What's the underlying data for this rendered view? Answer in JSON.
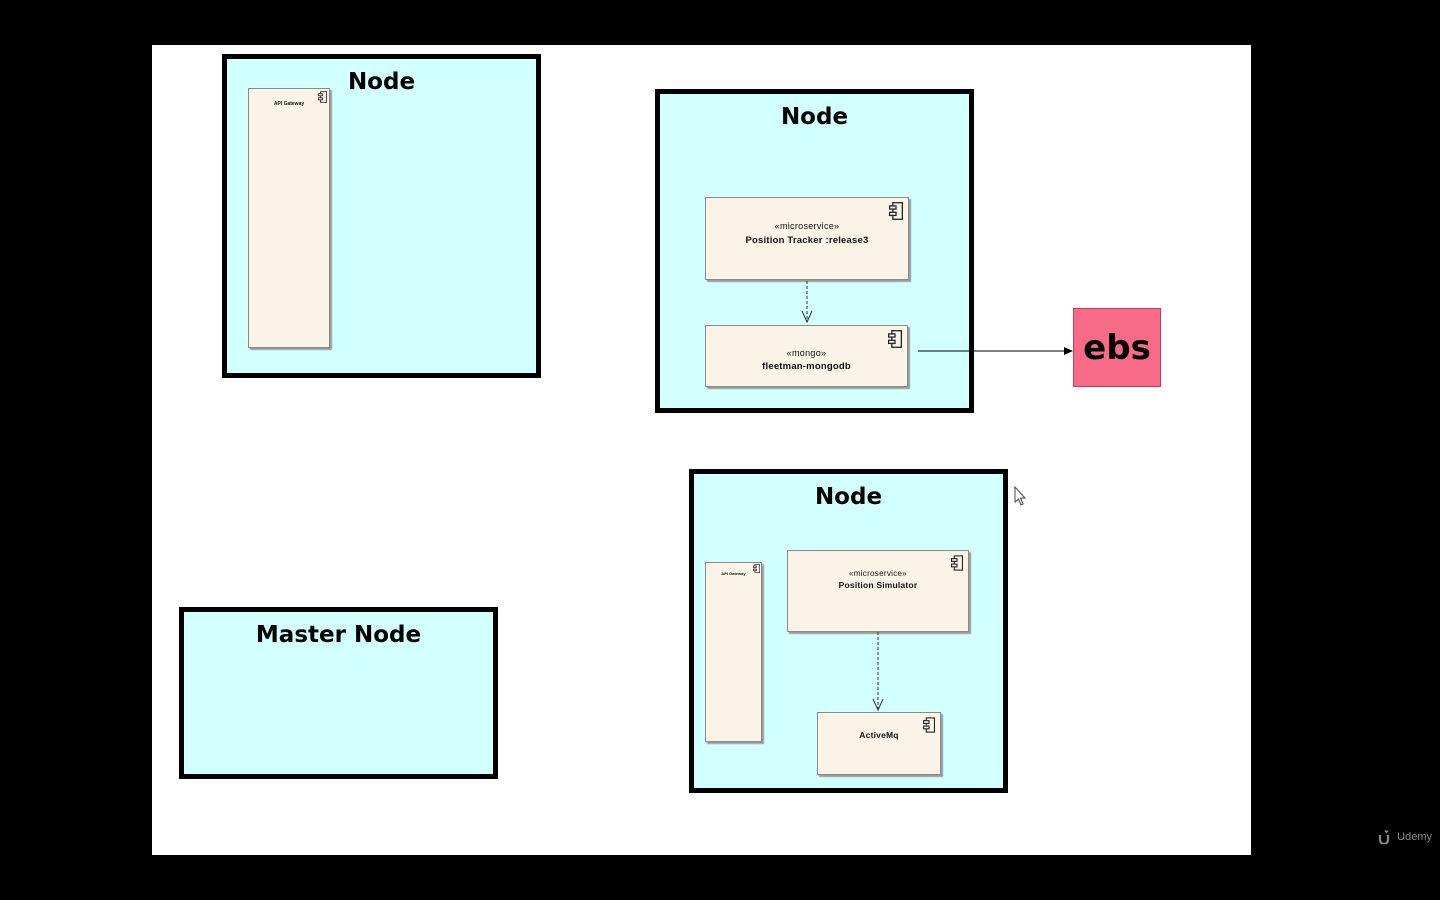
{
  "nodes": [
    {
      "title": "Node"
    },
    {
      "title": "Node"
    },
    {
      "title": "Node"
    },
    {
      "title": "Master Node"
    }
  ],
  "components": {
    "api_gateway_top": {
      "name": "API Gateway"
    },
    "position_tracker": {
      "stereotype": "«microservice»",
      "name": "Position Tracker :release3"
    },
    "fleetman_mongodb": {
      "stereotype": "«mongo»",
      "name": "fleetman-mongodb"
    },
    "api_gateway_bottom": {
      "name": "API Gateway"
    },
    "position_simulator": {
      "stereotype": "«microservice»",
      "name": "Position Simulator"
    },
    "activemq": {
      "name": "ActiveMq"
    }
  },
  "ebs": {
    "label": "ebs"
  },
  "watermark": {
    "text": "Udemy"
  },
  "colors": {
    "node_fill": "#d2ffff",
    "component_fill": "#faf3e7",
    "ebs_fill": "#f86b86"
  },
  "icons": [
    "uml-component-icon",
    "mouse-cursor-icon",
    "udemy-logo-icon"
  ]
}
